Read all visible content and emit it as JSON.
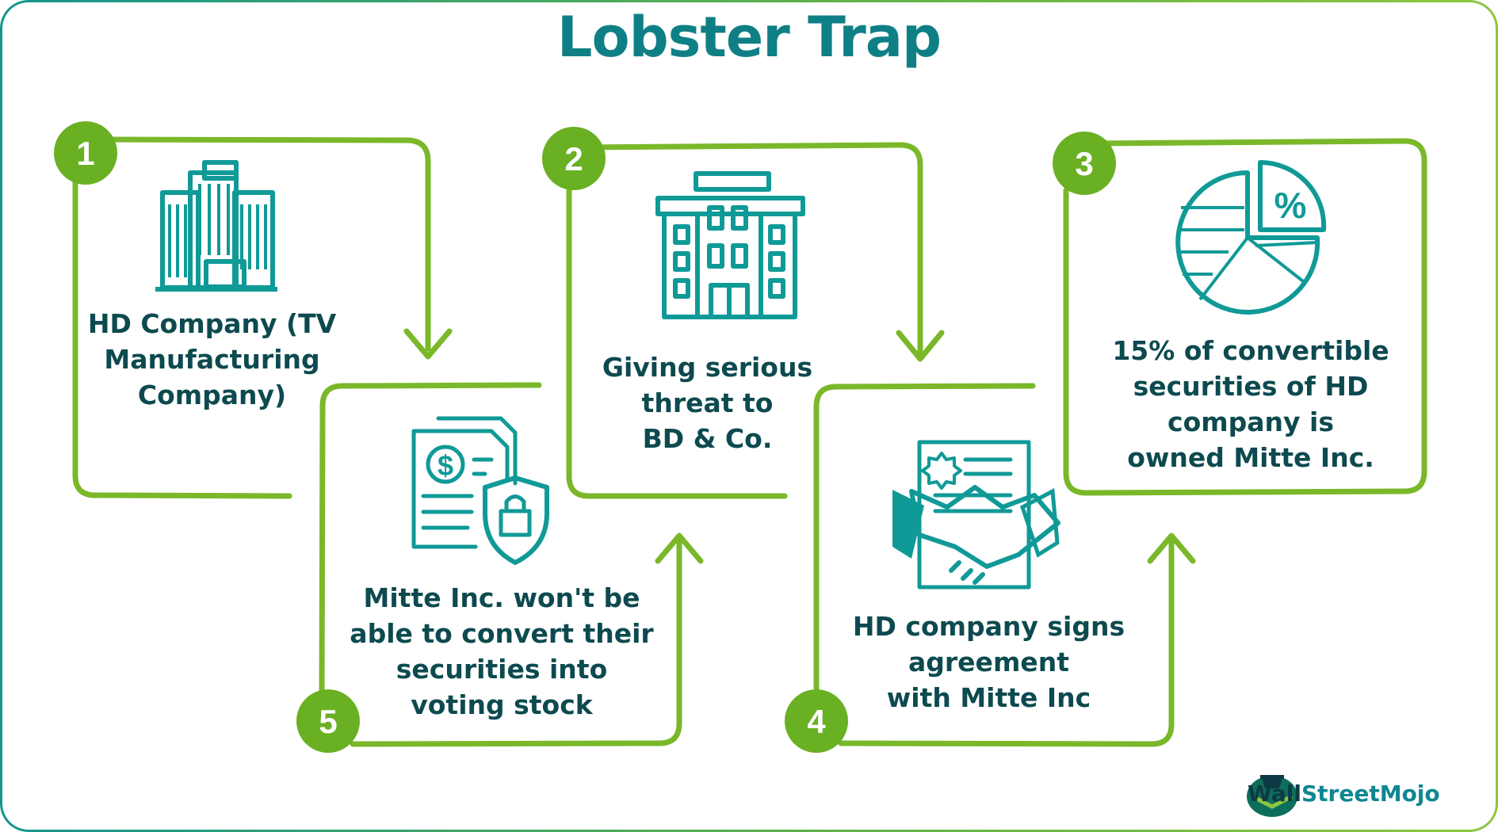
{
  "title": "Lobster Trap",
  "steps": [
    {
      "number": "1",
      "lines": [
        "HD Company (TV",
        "Manufacturing",
        "Company)"
      ]
    },
    {
      "number": "2",
      "lines": [
        "Giving serious",
        "threat to",
        "BD & Co."
      ]
    },
    {
      "number": "3",
      "lines": [
        "15% of convertible",
        "securities of HD",
        "company is",
        "owned Mitte Inc."
      ]
    },
    {
      "number": "4",
      "lines": [
        "HD company signs",
        "agreement",
        "with Mitte Inc"
      ]
    },
    {
      "number": "5",
      "lines": [
        "Mitte Inc. won't be",
        "able to convert their",
        "securities into",
        "voting stock"
      ]
    }
  ],
  "icons": [
    "office-buildings-icon",
    "apartment-building-icon",
    "pie-chart-percent-icon",
    "handshake-agreement-icon",
    "secure-financial-document-icon"
  ],
  "percent_symbol": "%",
  "currency_symbol": "$",
  "brand": {
    "part1": "Wall",
    "part2": "StreetMojo"
  },
  "colors": {
    "green": "#7ab82a",
    "badge": "#6ab023",
    "teal": "#109a97",
    "text": "#0d4a4f"
  }
}
